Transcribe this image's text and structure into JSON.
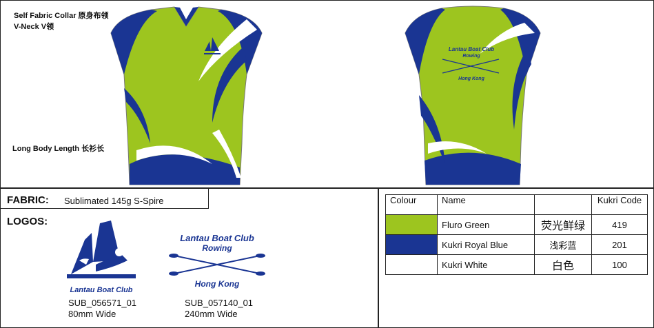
{
  "notes": {
    "collar": "Self Fabric Collar  原身布领",
    "neck": "V-Neck   V领",
    "length": "Long Body Length  长衫长"
  },
  "fabric": {
    "label": "FABRIC:",
    "value": "Sublimated 145g S-Spire"
  },
  "logos": {
    "label": "LOGOS:",
    "items": [
      {
        "code": "SUB_056571_01",
        "size": "80mm Wide",
        "text": "Lantau Boat Club"
      },
      {
        "code": "SUB_057140_01",
        "size": "240mm Wide",
        "line1": "Lantau Boat Club",
        "line2": "Rowing",
        "line3": "Hong Kong"
      }
    ]
  },
  "colour_table": {
    "headers": [
      "Colour",
      "Name",
      "",
      "Kukri Code"
    ],
    "rows": [
      {
        "swatch": "#9dc51f",
        "name": "Fluro Green",
        "cn": "荧光鲜绿",
        "code": "419"
      },
      {
        "swatch": "#1a3593",
        "name": "Kukri Royal Blue",
        "cn": "浅彩蓝",
        "code": "201"
      },
      {
        "swatch": "#ffffff",
        "name": "Kukri White",
        "cn": "白色",
        "code": "100"
      }
    ]
  },
  "colors": {
    "green": "#9dc51f",
    "blue": "#1a3593",
    "white": "#ffffff"
  }
}
